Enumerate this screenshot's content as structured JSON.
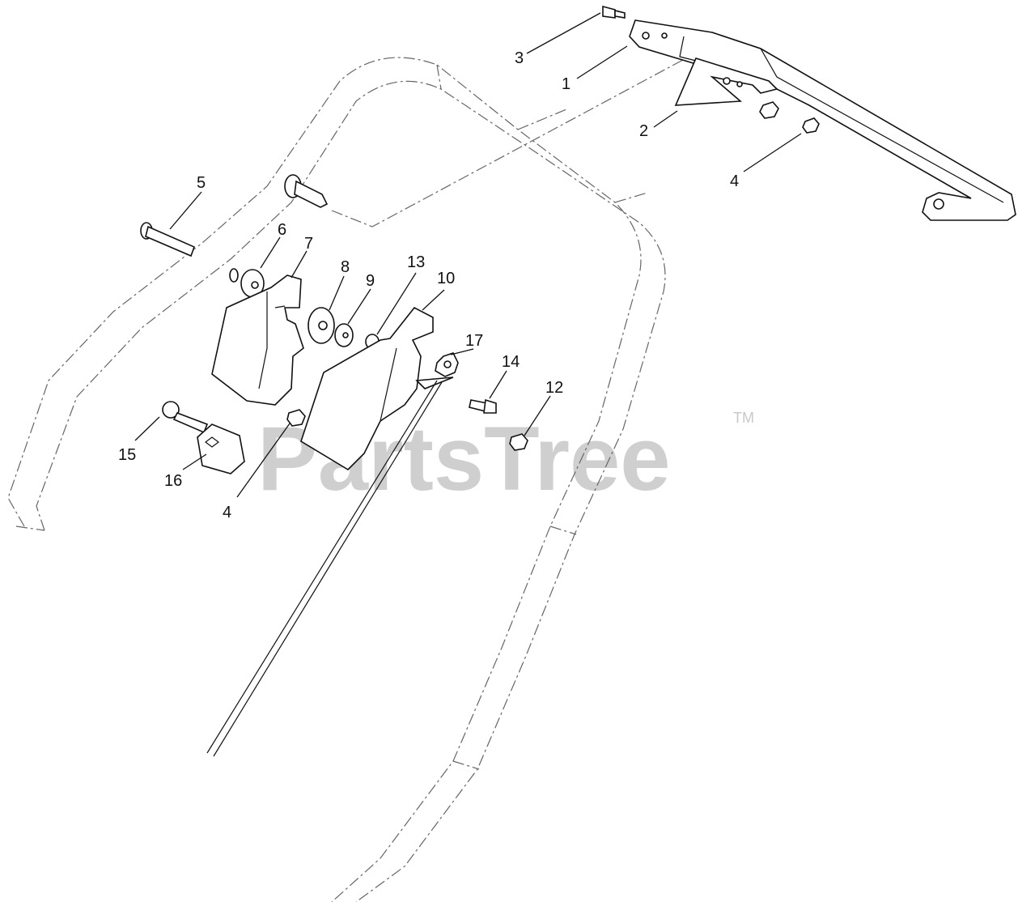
{
  "watermark": {
    "text": "PartsTree",
    "tm": "TM"
  },
  "callouts": [
    {
      "id": "c1",
      "label": "1"
    },
    {
      "id": "c2",
      "label": "2"
    },
    {
      "id": "c3",
      "label": "3"
    },
    {
      "id": "c4a",
      "label": "4"
    },
    {
      "id": "c4b",
      "label": "4"
    },
    {
      "id": "c5",
      "label": "5"
    },
    {
      "id": "c6",
      "label": "6"
    },
    {
      "id": "c7",
      "label": "7"
    },
    {
      "id": "c8",
      "label": "8"
    },
    {
      "id": "c9",
      "label": "9"
    },
    {
      "id": "c10",
      "label": "10"
    },
    {
      "id": "c12",
      "label": "12"
    },
    {
      "id": "c13",
      "label": "13"
    },
    {
      "id": "c14",
      "label": "14"
    },
    {
      "id": "c15",
      "label": "15"
    },
    {
      "id": "c16",
      "label": "16"
    },
    {
      "id": "c17",
      "label": "17"
    }
  ]
}
